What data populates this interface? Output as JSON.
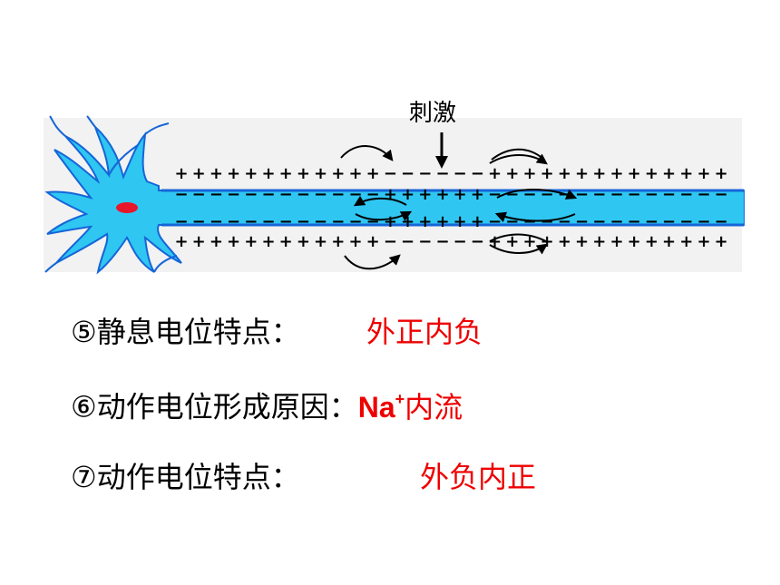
{
  "diagram": {
    "stimulus_label": "刺激",
    "top_outer_signs": [
      "+",
      "+",
      "+",
      "+",
      "+",
      "+",
      "+",
      "+",
      "+",
      "+",
      "+",
      "+",
      "−",
      "−",
      "−",
      "−",
      "−",
      "−",
      "+",
      "+",
      "+",
      "+",
      "+",
      "+",
      "+",
      "+",
      "+",
      "+",
      "+",
      "+",
      "+",
      "+"
    ],
    "top_inner_signs": [
      "−",
      "−",
      "−",
      "−",
      "−",
      "−",
      "−",
      "−",
      "−",
      "−",
      "−",
      "−",
      "+",
      "+",
      "+",
      "+",
      "+",
      "+",
      "−",
      "−",
      "−",
      "−",
      "−",
      "−",
      "−",
      "−",
      "−",
      "−",
      "−",
      "−",
      "−",
      "−"
    ],
    "bottom_inner_signs": [
      "−",
      "−",
      "−",
      "−",
      "−",
      "−",
      "−",
      "−",
      "−",
      "−",
      "−",
      "−",
      "+",
      "+",
      "+",
      "+",
      "+",
      "+",
      "−",
      "−",
      "−",
      "−",
      "−",
      "−",
      "−",
      "−",
      "−",
      "−",
      "−",
      "−",
      "−",
      "−"
    ],
    "bottom_outer_signs": [
      "+",
      "+",
      "+",
      "+",
      "+",
      "+",
      "+",
      "+",
      "+",
      "+",
      "+",
      "+",
      "−",
      "−",
      "−",
      "−",
      "−",
      "−",
      "+",
      "+",
      "+",
      "+",
      "+",
      "+",
      "+",
      "+",
      "+",
      "+",
      "+",
      "+",
      "+",
      "+"
    ],
    "colors": {
      "axon": "#2fc6f2",
      "axon_border": "#1565d8",
      "nucleus": "#e8162a",
      "background": "#f2f2f2",
      "answer": "#ee0000"
    }
  },
  "lines": [
    {
      "label": "⑤静息电位特点：",
      "answer": "外正内负"
    },
    {
      "label": "⑥动作电位形成原因：",
      "answer_main": "Na",
      "answer_sup": "+",
      "answer_rest": "内流"
    },
    {
      "label": "⑦动作电位特点：",
      "answer": "外负内正"
    }
  ]
}
